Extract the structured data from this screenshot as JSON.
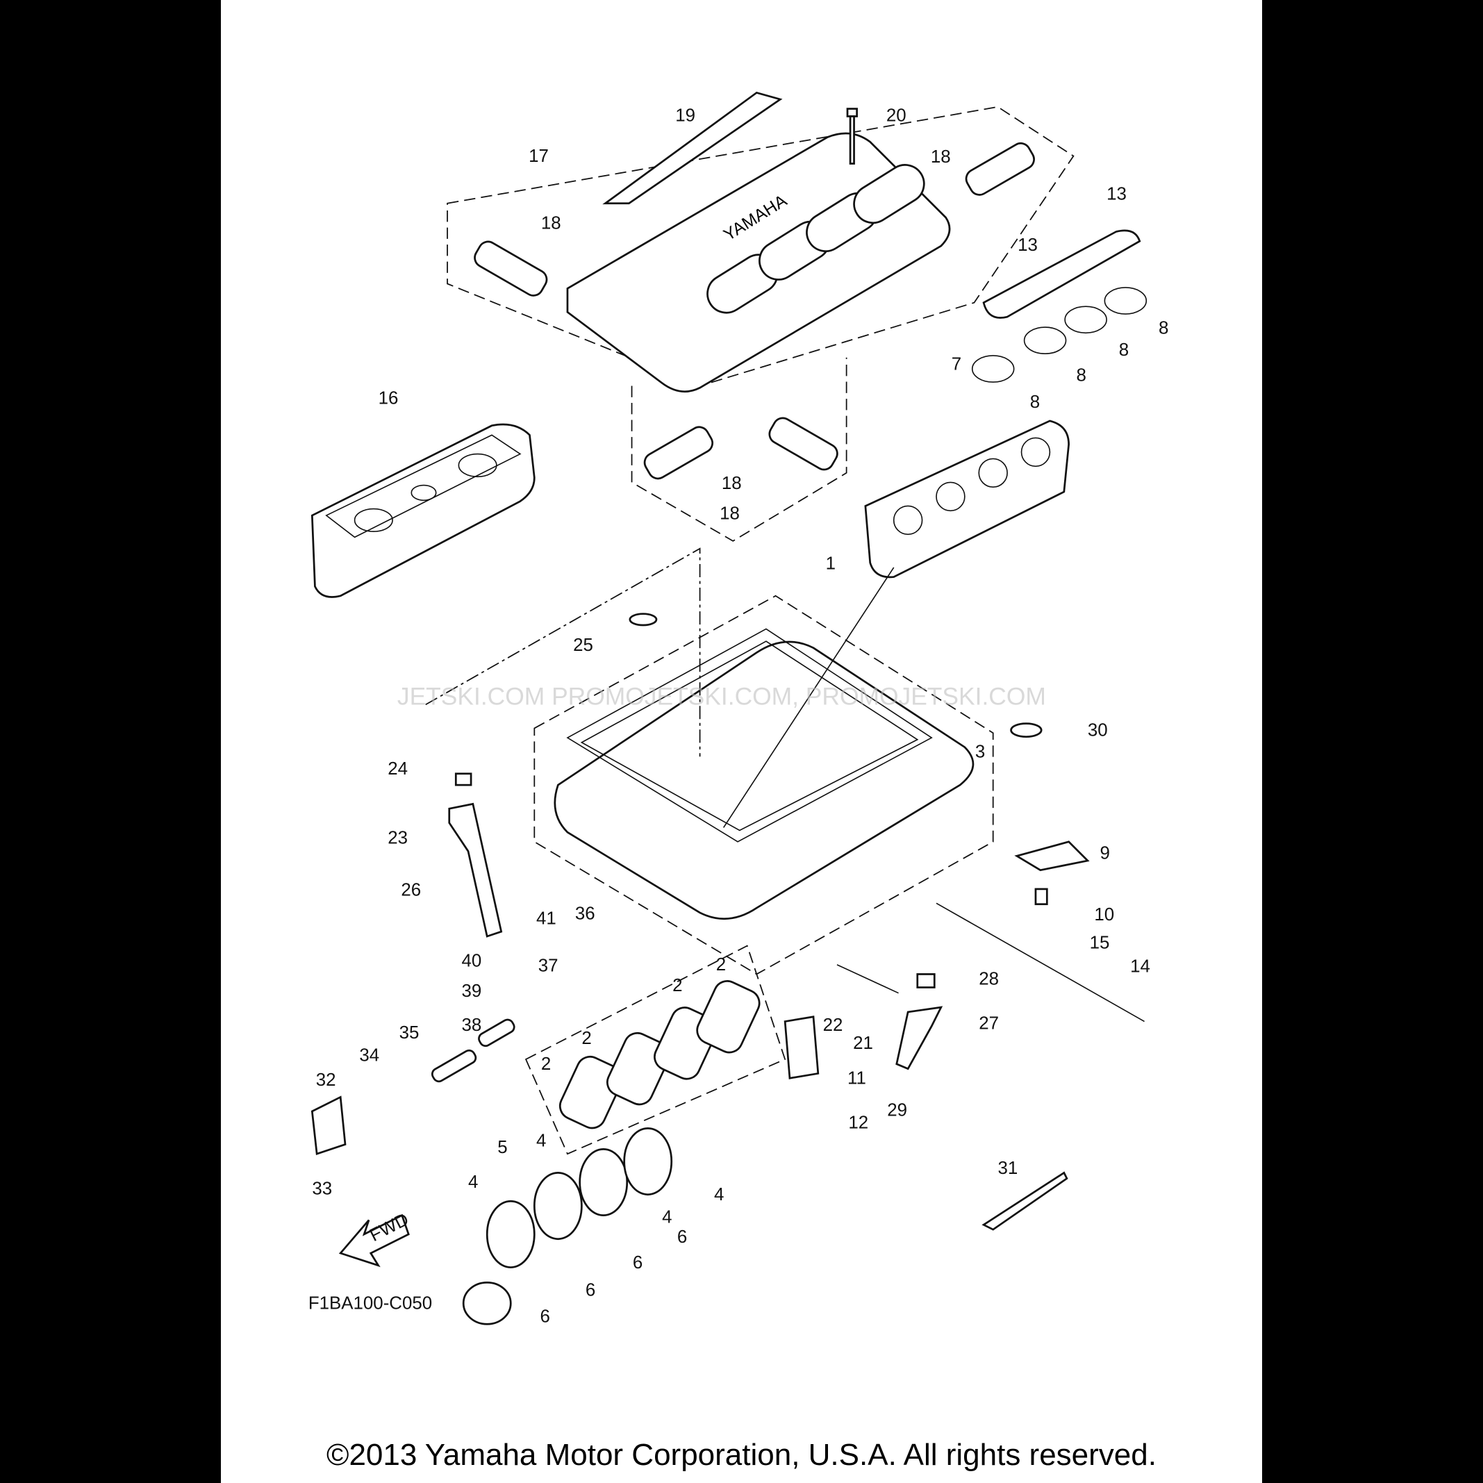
{
  "diagram": {
    "callouts": [
      "19",
      "20",
      "17",
      "18",
      "13",
      "18",
      "13",
      "8",
      "7",
      "8",
      "8",
      "8",
      "16",
      "18",
      "18",
      "1",
      "25",
      "30",
      "3",
      "24",
      "23",
      "9",
      "26",
      "41",
      "36",
      "10",
      "15",
      "40",
      "37",
      "2",
      "14",
      "2",
      "28",
      "39",
      "38",
      "35",
      "27",
      "22",
      "21",
      "2",
      "34",
      "2",
      "11",
      "32",
      "29",
      "12",
      "5",
      "4",
      "31",
      "4",
      "4",
      "33",
      "4",
      "6",
      "6",
      "6",
      "6"
    ],
    "figure_code": "F1BA100-C050",
    "fwd_label": "FWD",
    "brand_on_cover": "YAMAHA",
    "watermark": "JETSKI.COM  PROMOJETSKI.COM, PROMOJETSKI.COM"
  },
  "footer": {
    "copyright": "©2013 Yamaha Motor Corporation, U.S.A. All rights reserved."
  }
}
